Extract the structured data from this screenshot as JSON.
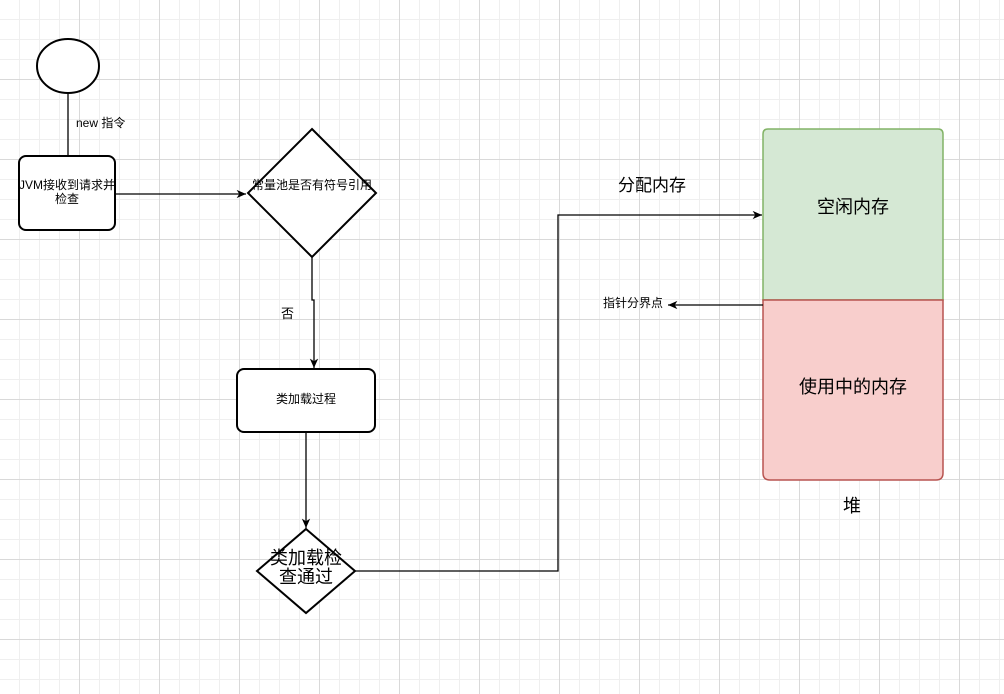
{
  "diagram": {
    "start_label": "",
    "edge_new": "new 指令",
    "jvm_box": "JVM接收到请求并检查",
    "decision_symbol": "常量池是否有符号引用",
    "edge_no": "否",
    "class_load_box": "类加载过程",
    "decision_pass": "类加载检查通过",
    "edge_alloc": "分配内存",
    "heap_free": "空闲内存",
    "heap_used": "使用中的内存",
    "pointer_label": "指针分界点",
    "heap_caption": "堆",
    "colors": {
      "free_fill": "#d5e8d4",
      "free_stroke": "#82b366",
      "used_fill": "#f8cecc",
      "used_stroke": "#b85450",
      "line": "#000000"
    }
  }
}
